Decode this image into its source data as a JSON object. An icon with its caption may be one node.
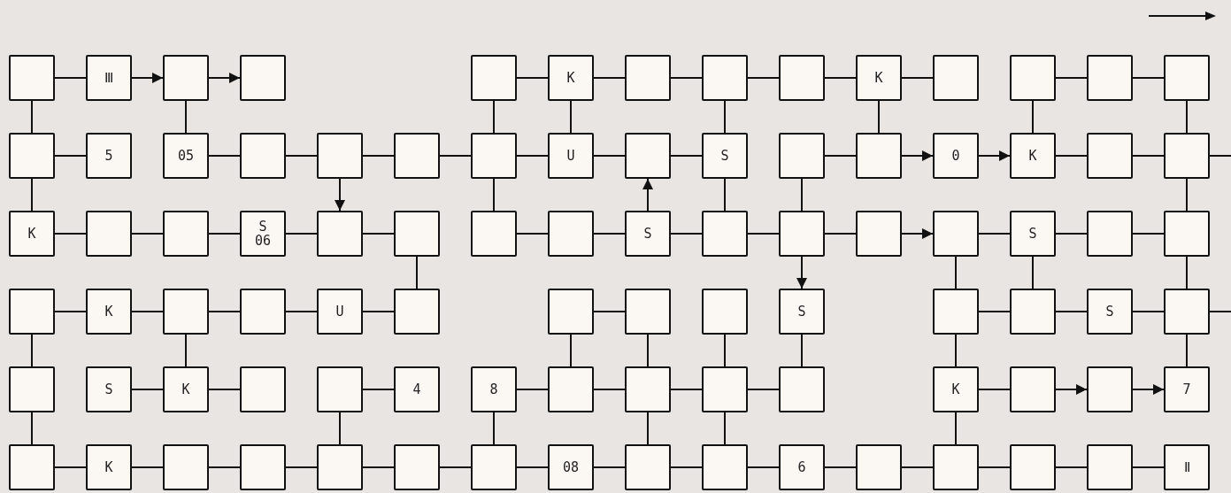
{
  "diagram": {
    "nodes": [
      {
        "text": [],
        "shape": "box"
      },
      {
        "text": [
          "Ⅲ"
        ]
      },
      {
        "text": [],
        "shape": "box"
      },
      {
        "text": [],
        "shape": "box"
      },
      {
        "text": [],
        "shape": "box"
      },
      {
        "text": [
          "K"
        ]
      },
      {
        "text": [],
        "shape": "box"
      },
      {
        "text": [],
        "shape": "box"
      },
      {
        "text": [],
        "shape": "box"
      },
      {
        "text": [
          "K"
        ]
      },
      {
        "text": [],
        "shape": "box"
      },
      {
        "text": [],
        "shape": "box"
      },
      {
        "text": [],
        "shape": "box"
      },
      {
        "text": [],
        "shape": "box"
      },
      {
        "text": [],
        "shape": "box"
      },
      {
        "text": [
          "5"
        ]
      },
      {
        "text": [
          "05"
        ]
      },
      {
        "text": [],
        "shape": "box"
      },
      {
        "text": [],
        "shape": "box"
      },
      {
        "text": [],
        "shape": "box"
      },
      {
        "text": [],
        "shape": "box"
      },
      {
        "text": [
          "U"
        ]
      },
      {
        "text": [],
        "shape": "box"
      },
      {
        "text": [
          "S"
        ]
      },
      {
        "text": [],
        "shape": "box"
      },
      {
        "text": [],
        "shape": "box"
      },
      {
        "text": [
          "0"
        ]
      },
      {
        "text": [
          "K"
        ]
      },
      {
        "text": [],
        "shape": "box"
      },
      {
        "text": [],
        "shape": "box"
      },
      {
        "text": [
          "K"
        ]
      },
      {
        "text": [],
        "shape": "box"
      },
      {
        "text": [],
        "shape": "box"
      },
      {
        "text": [
          "S",
          "06"
        ]
      },
      {
        "text": [],
        "shape": "box"
      },
      {
        "text": [],
        "shape": "box"
      },
      {
        "text": [],
        "shape": "box"
      },
      {
        "text": [],
        "shape": "box"
      },
      {
        "text": [
          "S"
        ]
      },
      {
        "text": [],
        "shape": "box"
      },
      {
        "text": [],
        "shape": "box"
      },
      {
        "text": [],
        "shape": "box"
      },
      {
        "text": [],
        "shape": "box"
      },
      {
        "text": [
          "S"
        ]
      },
      {
        "text": [],
        "shape": "box"
      },
      {
        "text": [],
        "shape": "box"
      },
      {
        "text": [],
        "shape": "box"
      },
      {
        "text": [
          "K"
        ]
      },
      {
        "text": [],
        "shape": "box"
      },
      {
        "text": [],
        "shape": "box"
      },
      {
        "text": [
          "U"
        ]
      },
      {
        "text": [],
        "shape": "box"
      },
      {
        "text": [],
        "shape": "box"
      },
      {
        "text": [],
        "shape": "box"
      },
      {
        "text": [],
        "shape": "box"
      },
      {
        "text": [
          "S"
        ]
      },
      {
        "text": [],
        "shape": "box"
      },
      {
        "text": [],
        "shape": "box"
      },
      {
        "text": [
          "S"
        ]
      },
      {
        "text": [],
        "shape": "box"
      },
      {
        "text": [],
        "shape": "box"
      },
      {
        "text": [
          "S"
        ]
      },
      {
        "text": [
          "K"
        ]
      },
      {
        "text": [],
        "shape": "box"
      },
      {
        "text": [],
        "shape": "box"
      },
      {
        "text": [
          "4"
        ]
      },
      {
        "text": [
          "8"
        ]
      },
      {
        "text": [],
        "shape": "box"
      },
      {
        "text": [],
        "shape": "box"
      },
      {
        "text": [],
        "shape": "box"
      },
      {
        "text": [],
        "shape": "box"
      },
      {
        "text": [
          "K"
        ]
      },
      {
        "text": [],
        "shape": "box"
      },
      {
        "text": [],
        "shape": "box"
      },
      {
        "text": [
          "7"
        ]
      },
      {
        "text": [],
        "shape": "box"
      },
      {
        "text": [
          "K"
        ]
      },
      {
        "text": [],
        "shape": "box"
      },
      {
        "text": [],
        "shape": "box"
      },
      {
        "text": [],
        "shape": "box"
      },
      {
        "text": [],
        "shape": "box"
      },
      {
        "text": [],
        "shape": "box"
      },
      {
        "text": [
          "08"
        ]
      },
      {
        "text": [],
        "shape": "box"
      },
      {
        "text": [],
        "shape": "box"
      },
      {
        "text": [
          "6"
        ]
      },
      {
        "text": [],
        "shape": "box"
      },
      {
        "text": [],
        "shape": "box"
      },
      {
        "text": [],
        "shape": "box"
      },
      {
        "text": [],
        "shape": "box"
      },
      {
        "text": [
          "Ⅱ"
        ]
      }
    ],
    "edges": [
      {
        "from": 0,
        "to": 1,
        "arrow": "none"
      },
      {
        "from": 1,
        "to": 2,
        "arrow": "to"
      },
      {
        "from": 2,
        "to": 3,
        "arrow": "to"
      },
      {
        "from": 4,
        "to": 5,
        "arrow": "none"
      },
      {
        "from": 5,
        "to": 6,
        "arrow": "none"
      },
      {
        "from": 6,
        "to": 7,
        "arrow": "none"
      },
      {
        "from": 7,
        "to": 8,
        "arrow": "none"
      },
      {
        "from": 8,
        "to": 9,
        "arrow": "none"
      },
      {
        "from": 9,
        "to": 10,
        "arrow": "none"
      },
      {
        "from": 11,
        "to": 12,
        "arrow": "none"
      },
      {
        "from": 12,
        "to": 13,
        "arrow": "none"
      },
      {
        "from": 0,
        "to": 14,
        "arrow": "none"
      },
      {
        "from": 2,
        "to": 16,
        "arrow": "none"
      },
      {
        "from": 4,
        "to": 20,
        "arrow": "none"
      },
      {
        "from": 5,
        "to": 21,
        "arrow": "none"
      },
      {
        "from": 7,
        "to": 23,
        "arrow": "none"
      },
      {
        "from": 9,
        "to": 25,
        "arrow": "none"
      },
      {
        "from": 11,
        "to": 27,
        "arrow": "none"
      },
      {
        "from": 13,
        "to": 29,
        "arrow": "none"
      },
      {
        "from": 14,
        "to": 15,
        "arrow": "none"
      },
      {
        "from": 16,
        "to": 17,
        "arrow": "none"
      },
      {
        "from": 17,
        "to": 18,
        "arrow": "none"
      },
      {
        "from": 18,
        "to": 19,
        "arrow": "none"
      },
      {
        "from": 19,
        "to": 20,
        "arrow": "none"
      },
      {
        "from": 20,
        "to": 21,
        "arrow": "none"
      },
      {
        "from": 21,
        "to": 22,
        "arrow": "none"
      },
      {
        "from": 22,
        "to": 23,
        "arrow": "none"
      },
      {
        "from": 24,
        "to": 25,
        "arrow": "none"
      },
      {
        "from": 25,
        "to": 26,
        "arrow": "to"
      },
      {
        "from": 26,
        "to": 27,
        "arrow": "to"
      },
      {
        "from": 27,
        "to": 28,
        "arrow": "none"
      },
      {
        "from": 28,
        "to": 29,
        "arrow": "none"
      },
      {
        "from": 29,
        "to": null,
        "arrow": "none"
      },
      {
        "from": 14,
        "to": 30,
        "arrow": "none"
      },
      {
        "from": 18,
        "to": 34,
        "arrow": "to"
      },
      {
        "from": 20,
        "to": 36,
        "arrow": "none"
      },
      {
        "from": 38,
        "to": 22,
        "arrow": "to"
      },
      {
        "from": 23,
        "to": 39,
        "arrow": "none"
      },
      {
        "from": 24,
        "to": 40,
        "arrow": "none"
      },
      {
        "from": 29,
        "to": 45,
        "arrow": "none"
      },
      {
        "from": 30,
        "to": 31,
        "arrow": "none"
      },
      {
        "from": 31,
        "to": 32,
        "arrow": "none"
      },
      {
        "from": 32,
        "to": 33,
        "arrow": "none"
      },
      {
        "from": 33,
        "to": 34,
        "arrow": "none"
      },
      {
        "from": 34,
        "to": 35,
        "arrow": "none"
      },
      {
        "from": 36,
        "to": 37,
        "arrow": "none"
      },
      {
        "from": 37,
        "to": 38,
        "arrow": "none"
      },
      {
        "from": 38,
        "to": 39,
        "arrow": "none"
      },
      {
        "from": 39,
        "to": 40,
        "arrow": "none"
      },
      {
        "from": 40,
        "to": 41,
        "arrow": "none"
      },
      {
        "from": 41,
        "to": 42,
        "arrow": "to"
      },
      {
        "from": 42,
        "to": 43,
        "arrow": "none"
      },
      {
        "from": 43,
        "to": 44,
        "arrow": "none"
      },
      {
        "from": 44,
        "to": 45,
        "arrow": "none"
      },
      {
        "from": 35,
        "to": 51,
        "arrow": "none"
      },
      {
        "from": 40,
        "to": 55,
        "arrow": "to"
      },
      {
        "from": 42,
        "to": 56,
        "arrow": "none"
      },
      {
        "from": 43,
        "to": 57,
        "arrow": "none"
      },
      {
        "from": 45,
        "to": 59,
        "arrow": "none"
      },
      {
        "from": 46,
        "to": 47,
        "arrow": "none"
      },
      {
        "from": 47,
        "to": 48,
        "arrow": "none"
      },
      {
        "from": 48,
        "to": 49,
        "arrow": "none"
      },
      {
        "from": 49,
        "to": 50,
        "arrow": "none"
      },
      {
        "from": 50,
        "to": 51,
        "arrow": "none"
      },
      {
        "from": 52,
        "to": 53,
        "arrow": "none"
      },
      {
        "from": 56,
        "to": 57,
        "arrow": "none"
      },
      {
        "from": 57,
        "to": 58,
        "arrow": "none"
      },
      {
        "from": 58,
        "to": 59,
        "arrow": "none"
      },
      {
        "from": 59,
        "to": null,
        "arrow": "none"
      },
      {
        "from": 46,
        "to": 60,
        "arrow": "none"
      },
      {
        "from": 48,
        "to": 62,
        "arrow": "none"
      },
      {
        "from": 52,
        "to": 67,
        "arrow": "none"
      },
      {
        "from": 53,
        "to": 68,
        "arrow": "none"
      },
      {
        "from": 54,
        "to": 69,
        "arrow": "none"
      },
      {
        "from": 55,
        "to": 70,
        "arrow": "none"
      },
      {
        "from": 56,
        "to": 71,
        "arrow": "none"
      },
      {
        "from": 59,
        "to": 74,
        "arrow": "none"
      },
      {
        "from": 61,
        "to": 62,
        "arrow": "none"
      },
      {
        "from": 62,
        "to": 63,
        "arrow": "none"
      },
      {
        "from": 64,
        "to": 65,
        "arrow": "none"
      },
      {
        "from": 66,
        "to": 67,
        "arrow": "none"
      },
      {
        "from": 67,
        "to": 68,
        "arrow": "none"
      },
      {
        "from": 68,
        "to": 69,
        "arrow": "none"
      },
      {
        "from": 69,
        "to": 70,
        "arrow": "none"
      },
      {
        "from": 71,
        "to": 72,
        "arrow": "none"
      },
      {
        "from": 72,
        "to": 73,
        "arrow": "to"
      },
      {
        "from": 73,
        "to": 74,
        "arrow": "to"
      },
      {
        "from": 60,
        "to": 75,
        "arrow": "none"
      },
      {
        "from": 64,
        "to": 79,
        "arrow": "none"
      },
      {
        "from": 66,
        "to": 81,
        "arrow": "none"
      },
      {
        "from": 68,
        "to": 83,
        "arrow": "none"
      },
      {
        "from": 69,
        "to": 84,
        "arrow": "none"
      },
      {
        "from": 71,
        "to": 87,
        "arrow": "none"
      },
      {
        "from": 75,
        "to": 76,
        "arrow": "none"
      },
      {
        "from": 76,
        "to": 77,
        "arrow": "none"
      },
      {
        "from": 77,
        "to": 78,
        "arrow": "none"
      },
      {
        "from": 78,
        "to": 79,
        "arrow": "none"
      },
      {
        "from": 79,
        "to": 80,
        "arrow": "none"
      },
      {
        "from": 80,
        "to": 81,
        "arrow": "none"
      },
      {
        "from": 81,
        "to": 82,
        "arrow": "none"
      },
      {
        "from": 82,
        "to": 83,
        "arrow": "none"
      },
      {
        "from": 83,
        "to": 84,
        "arrow": "none"
      },
      {
        "from": 84,
        "to": 85,
        "arrow": "none"
      },
      {
        "from": 85,
        "to": 86,
        "arrow": "none"
      },
      {
        "from": 86,
        "to": 87,
        "arrow": "none"
      },
      {
        "from": 87,
        "to": 88,
        "arrow": "none"
      },
      {
        "from": 88,
        "to": 89,
        "arrow": "none"
      },
      {
        "from": 89,
        "to": 90,
        "arrow": "none"
      }
    ]
  }
}
